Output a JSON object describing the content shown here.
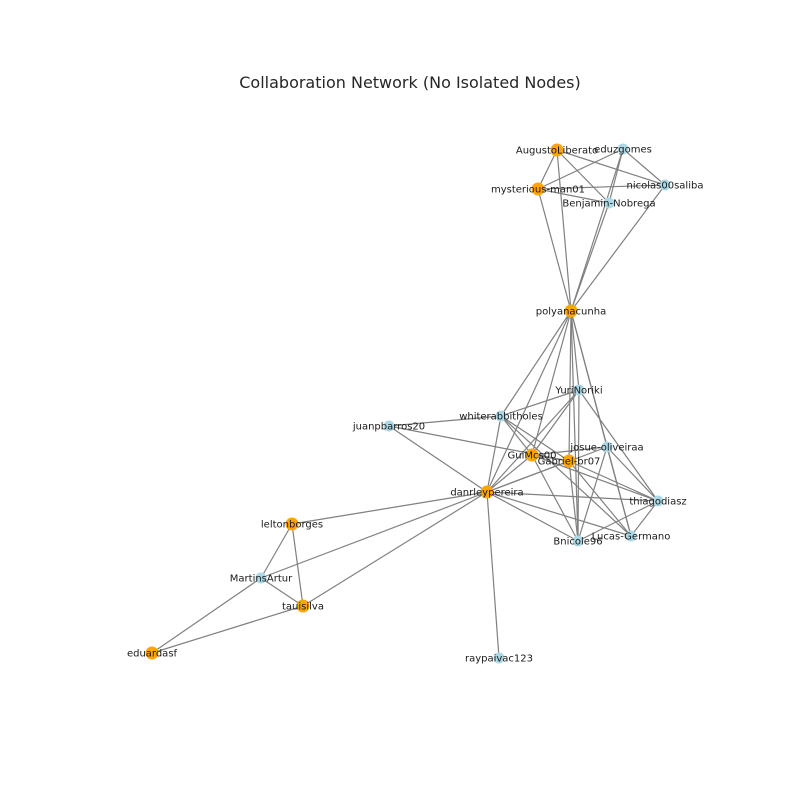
{
  "title": "Collaboration Network (No Isolated Nodes)",
  "colors": {
    "orange_node": "#ffa500",
    "blue_node": "#add8e6",
    "edge": "#808080",
    "text": "#1a1a1a"
  },
  "nodes": [
    {
      "id": "AugustoLiberato",
      "group": "orange"
    },
    {
      "id": "eduzgomes",
      "group": "blue"
    },
    {
      "id": "nicolas00saliba",
      "group": "blue"
    },
    {
      "id": "mysterious-man01",
      "group": "orange"
    },
    {
      "id": "Benjamin-Nobrega",
      "group": "blue"
    },
    {
      "id": "polyanacunha",
      "group": "orange"
    },
    {
      "id": "YuriNoriki",
      "group": "blue"
    },
    {
      "id": "whiterabbitholes",
      "group": "blue"
    },
    {
      "id": "juanpbarros20",
      "group": "blue"
    },
    {
      "id": "josue-oliveiraa",
      "group": "blue"
    },
    {
      "id": "GuiMcs00",
      "group": "orange"
    },
    {
      "id": "Gabriel-br07",
      "group": "orange"
    },
    {
      "id": "danrleypereira",
      "group": "orange"
    },
    {
      "id": "thiagodiasz",
      "group": "blue"
    },
    {
      "id": "Lucas-Germano",
      "group": "blue"
    },
    {
      "id": "Bnicole96",
      "group": "blue"
    },
    {
      "id": "leltonborges",
      "group": "orange"
    },
    {
      "id": "MartinsArtur",
      "group": "blue"
    },
    {
      "id": "tauisilva",
      "group": "orange"
    },
    {
      "id": "eduardasf",
      "group": "orange"
    },
    {
      "id": "raypaivac123",
      "group": "blue"
    }
  ],
  "edges": [
    [
      "AugustoLiberato",
      "mysterious-man01"
    ],
    [
      "AugustoLiberato",
      "nicolas00saliba"
    ],
    [
      "AugustoLiberato",
      "Benjamin-Nobrega"
    ],
    [
      "AugustoLiberato",
      "polyanacunha"
    ],
    [
      "eduzgomes",
      "mysterious-man01"
    ],
    [
      "eduzgomes",
      "nicolas00saliba"
    ],
    [
      "eduzgomes",
      "Benjamin-Nobrega"
    ],
    [
      "eduzgomes",
      "polyanacunha"
    ],
    [
      "nicolas00saliba",
      "mysterious-man01"
    ],
    [
      "nicolas00saliba",
      "polyanacunha"
    ],
    [
      "mysterious-man01",
      "Benjamin-Nobrega"
    ],
    [
      "mysterious-man01",
      "polyanacunha"
    ],
    [
      "Benjamin-Nobrega",
      "polyanacunha"
    ],
    [
      "polyanacunha",
      "YuriNoriki"
    ],
    [
      "polyanacunha",
      "whiterabbitholes"
    ],
    [
      "polyanacunha",
      "josue-oliveiraa"
    ],
    [
      "polyanacunha",
      "GuiMcs00"
    ],
    [
      "polyanacunha",
      "Gabriel-br07"
    ],
    [
      "polyanacunha",
      "danrleypereira"
    ],
    [
      "polyanacunha",
      "Lucas-Germano"
    ],
    [
      "polyanacunha",
      "Bnicole96"
    ],
    [
      "YuriNoriki",
      "whiterabbitholes"
    ],
    [
      "YuriNoriki",
      "GuiMcs00"
    ],
    [
      "YuriNoriki",
      "danrleypereira"
    ],
    [
      "YuriNoriki",
      "thiagodiasz"
    ],
    [
      "YuriNoriki",
      "Bnicole96"
    ],
    [
      "whiterabbitholes",
      "juanpbarros20"
    ],
    [
      "whiterabbitholes",
      "GuiMcs00"
    ],
    [
      "whiterabbitholes",
      "danrleypereira"
    ],
    [
      "whiterabbitholes",
      "Gabriel-br07"
    ],
    [
      "whiterabbitholes",
      "Lucas-Germano"
    ],
    [
      "juanpbarros20",
      "danrleypereira"
    ],
    [
      "juanpbarros20",
      "Gabriel-br07"
    ],
    [
      "josue-oliveiraa",
      "GuiMcs00"
    ],
    [
      "josue-oliveiraa",
      "danrleypereira"
    ],
    [
      "josue-oliveiraa",
      "Bnicole96"
    ],
    [
      "josue-oliveiraa",
      "Lucas-Germano"
    ],
    [
      "josue-oliveiraa",
      "thiagodiasz"
    ],
    [
      "GuiMcs00",
      "Gabriel-br07"
    ],
    [
      "GuiMcs00",
      "danrleypereira"
    ],
    [
      "GuiMcs00",
      "thiagodiasz"
    ],
    [
      "GuiMcs00",
      "Bnicole96"
    ],
    [
      "Gabriel-br07",
      "danrleypereira"
    ],
    [
      "Gabriel-br07",
      "thiagodiasz"
    ],
    [
      "Gabriel-br07",
      "Lucas-Germano"
    ],
    [
      "Gabriel-br07",
      "Bnicole96"
    ],
    [
      "danrleypereira",
      "thiagodiasz"
    ],
    [
      "danrleypereira",
      "Lucas-Germano"
    ],
    [
      "danrleypereira",
      "Bnicole96"
    ],
    [
      "danrleypereira",
      "leltonborges"
    ],
    [
      "danrleypereira",
      "MartinsArtur"
    ],
    [
      "danrleypereira",
      "tauisilva"
    ],
    [
      "danrleypereira",
      "raypaivac123"
    ],
    [
      "thiagodiasz",
      "Lucas-Germano"
    ],
    [
      "thiagodiasz",
      "Bnicole96"
    ],
    [
      "leltonborges",
      "MartinsArtur"
    ],
    [
      "leltonborges",
      "tauisilva"
    ],
    [
      "MartinsArtur",
      "tauisilva"
    ],
    [
      "MartinsArtur",
      "eduardasf"
    ],
    [
      "tauisilva",
      "eduardasf"
    ]
  ]
}
